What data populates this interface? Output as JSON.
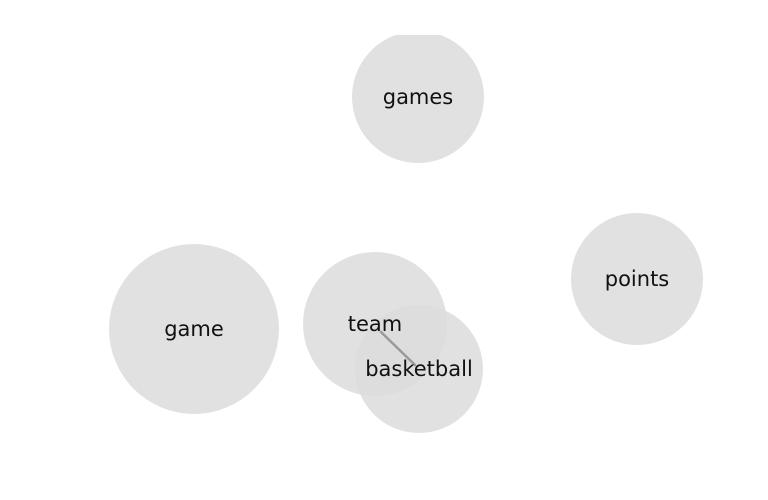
{
  "diagram": {
    "colors": {
      "node_fill": "#dcdcdc",
      "edge_stroke": "#9a9a9a",
      "label": "#111111",
      "background": "#ffffff"
    },
    "nodes": [
      {
        "id": "games",
        "label": "games"
      },
      {
        "id": "points",
        "label": "points"
      },
      {
        "id": "game",
        "label": "game"
      },
      {
        "id": "team",
        "label": "team"
      },
      {
        "id": "basketball",
        "label": "basketball"
      }
    ],
    "edges": [
      {
        "from": "team",
        "to": "basketball"
      }
    ]
  }
}
